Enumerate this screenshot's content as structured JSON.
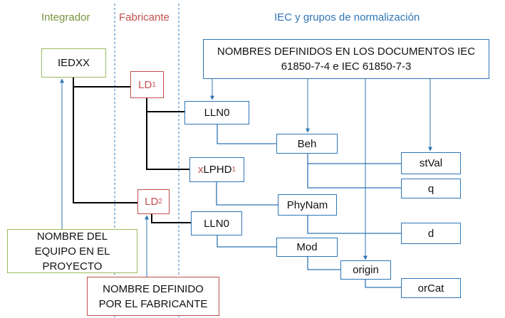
{
  "headers": {
    "integrator": "Integrador",
    "manufacturer": "Fabricante",
    "iec": "IEC y grupos de normalización"
  },
  "colors": {
    "blue": "#2e75b6",
    "red": "#c0504d",
    "green": "#9bbb59",
    "green_text": "#77933c",
    "line": "#000000"
  },
  "nodes": {
    "iedxx": "IEDXX",
    "ld1_main": "LD",
    "ld1_sub": "1",
    "ld2_main": "LD",
    "ld2_sub": "2",
    "lln0_a": "LLN0",
    "lln0_b": "LLN0",
    "xlphd_prefix": "x",
    "xlphd_main": "LPHD",
    "xlphd_sub": "1",
    "beh": "Beh",
    "stval": "stVal",
    "q": "q",
    "phynam": "PhyNam",
    "d": "d",
    "mod": "Mod",
    "origin": "origin",
    "orcat": "orCat"
  },
  "notes": {
    "iec_line1": "NOMBRES DEFINIDOS EN LOS DOCUMENTOS IEC",
    "iec_line2": "61850-7-4 e IEC 61850-7-3",
    "project_line1": "NOMBRE DEL",
    "project_line2": "EQUIPO EN EL",
    "project_line3": "PROYECTO",
    "manufacturer_line1": "NOMBRE DEFINIDO",
    "manufacturer_line2": "POR EL FABRICANTE"
  }
}
